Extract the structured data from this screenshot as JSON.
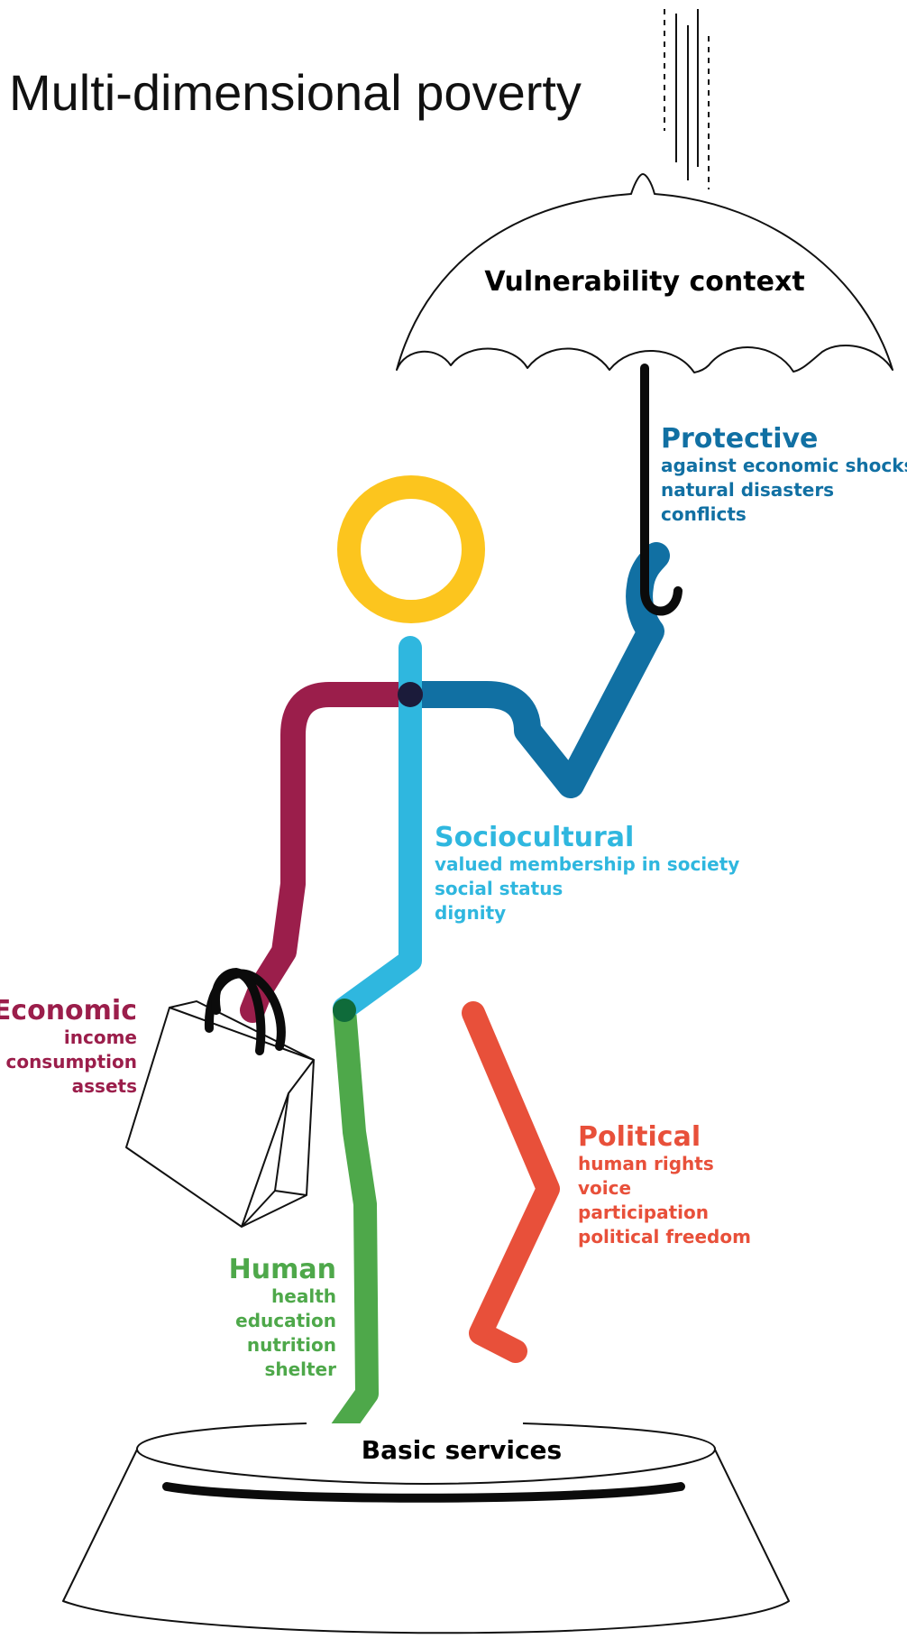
{
  "title": "Multi-dimensional poverty",
  "umbrella_label": "Vulnerability context",
  "base_label": "Basic services",
  "dimensions": {
    "protective": {
      "heading": "Protective",
      "items": [
        "against economic shocks",
        "natural disasters",
        "conflicts"
      ],
      "color": "#1170a3"
    },
    "sociocultural": {
      "heading": "Sociocultural",
      "items": [
        "valued membership in society",
        "social status",
        "dignity"
      ],
      "color": "#2fb7df"
    },
    "economic": {
      "heading": "Economic",
      "items": [
        "income",
        "consumption",
        "assets"
      ],
      "color": "#9b1e4b"
    },
    "political": {
      "heading": "Political",
      "items": [
        "human rights",
        "voice",
        "participation",
        "political freedom"
      ],
      "color": "#e8503a"
    },
    "human": {
      "heading": "Human",
      "items": [
        "health",
        "education",
        "nutrition",
        "shelter"
      ],
      "color": "#4ea84a"
    }
  },
  "head_color": "#fcc51e"
}
